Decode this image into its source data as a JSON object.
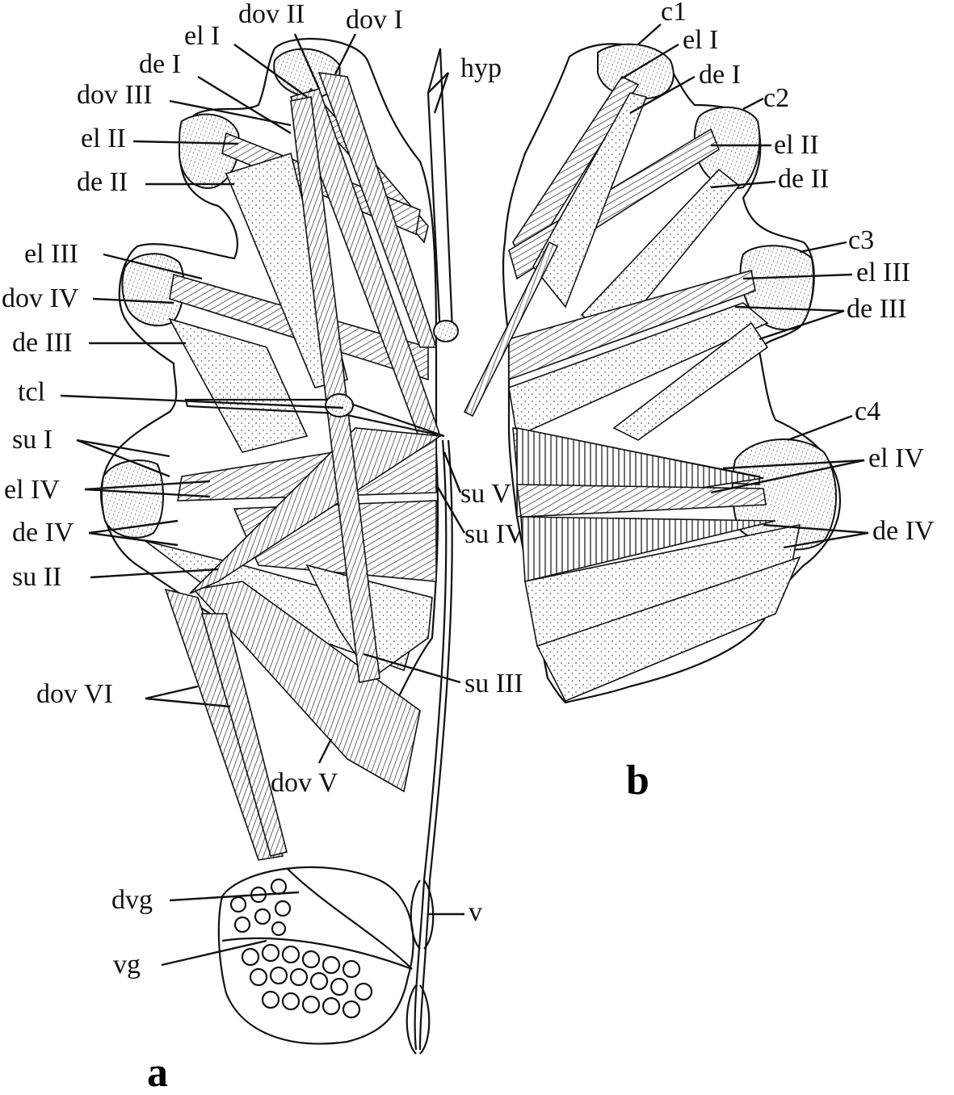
{
  "figure": {
    "panel_a_label": "a",
    "panel_b_label": "b"
  },
  "labels_a": {
    "dov_II": "dov II",
    "dov_I": "dov I",
    "el_I": "el I",
    "de_I": "de I",
    "dov_III": "dov III",
    "el_II": "el II",
    "de_II": "de II",
    "hyp": "hyp",
    "el_III": "el III",
    "dov_IV": "dov IV",
    "de_III": "de III",
    "tcl": "tcl",
    "su_I": "su I",
    "el_IV": "el IV",
    "de_IV": "de IV",
    "su_II": "su II",
    "su_V": "su V",
    "su_IV": "su IV",
    "su_III": "su III",
    "dov_VI": "dov VI",
    "dov_V": "dov V",
    "dvg": "dvg",
    "vg": "vg",
    "v": "v"
  },
  "labels_b": {
    "c1": "c1",
    "el_I": "el I",
    "de_I": "de I",
    "c2": "c2",
    "el_II": "el II",
    "de_II": "de II",
    "c3": "c3",
    "el_III": "el III",
    "de_III": "de III",
    "c4": "c4",
    "el_IV": "el IV",
    "de_IV": "de IV"
  }
}
